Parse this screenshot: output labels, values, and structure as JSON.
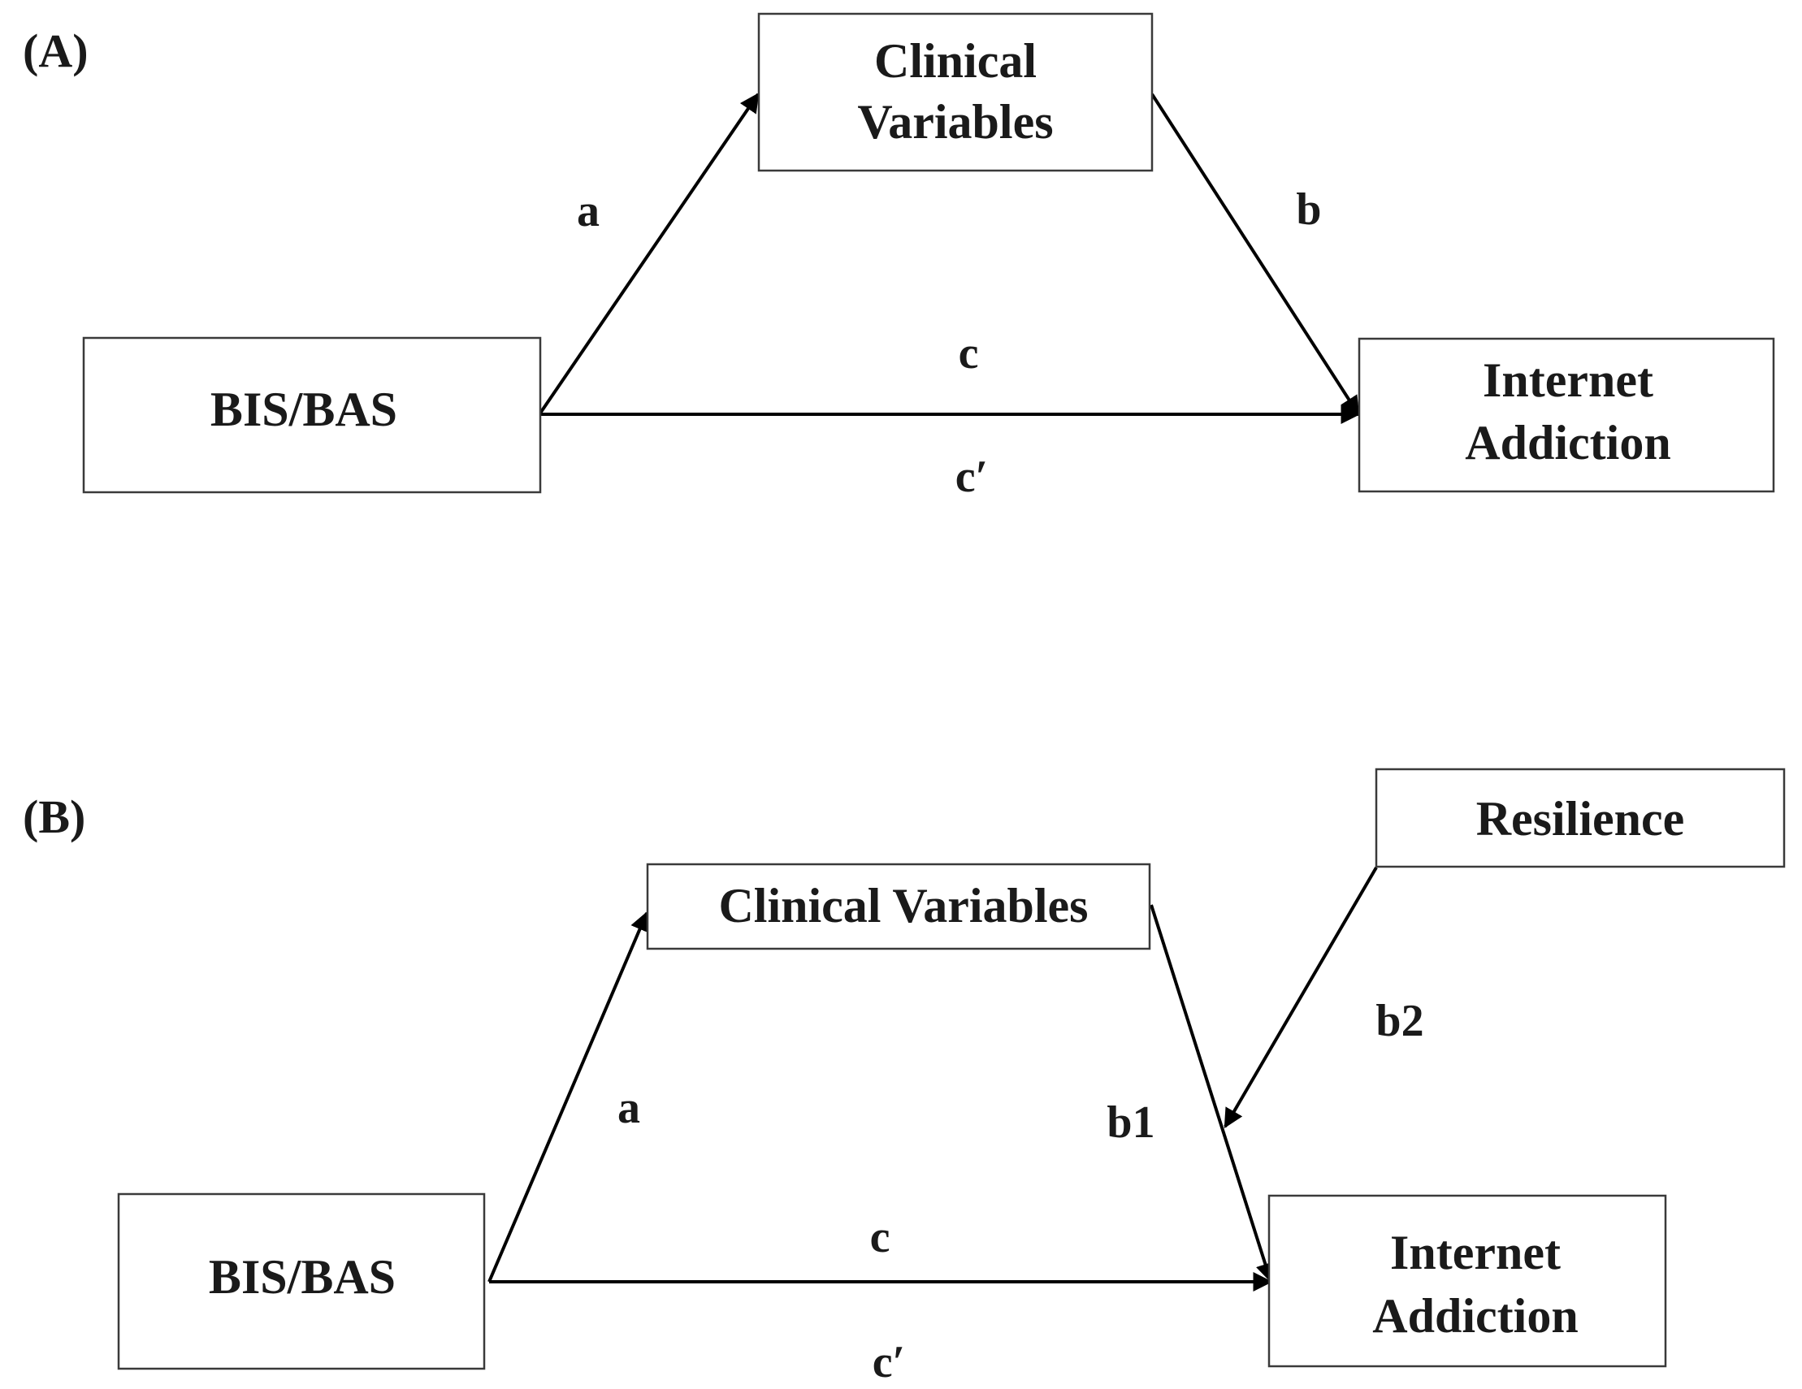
{
  "panels": {
    "a": {
      "label": "(A)",
      "nodes": {
        "mediator": {
          "line1": "Clinical",
          "line2": "Variables"
        },
        "predictor": {
          "label": "BIS/BAS"
        },
        "outcome": {
          "line1": "Internet",
          "line2": "Addiction"
        }
      },
      "paths": {
        "a": "a",
        "b": "b",
        "c": "c",
        "c_prime": "c′"
      }
    },
    "b": {
      "label": "(B)",
      "nodes": {
        "mediator": {
          "label": "Clinical Variables"
        },
        "moderator": {
          "label": "Resilience"
        },
        "predictor": {
          "label": "BIS/BAS"
        },
        "outcome": {
          "line1": "Internet",
          "line2": "Addiction"
        }
      },
      "paths": {
        "a": "a",
        "b1": "b1",
        "b2": "b2",
        "c": "c",
        "c_prime": "c′"
      }
    }
  },
  "colors": {
    "line": "#000000",
    "box_border": "#3a3a3a",
    "text": "#1a1a1a",
    "background": "#ffffff"
  }
}
